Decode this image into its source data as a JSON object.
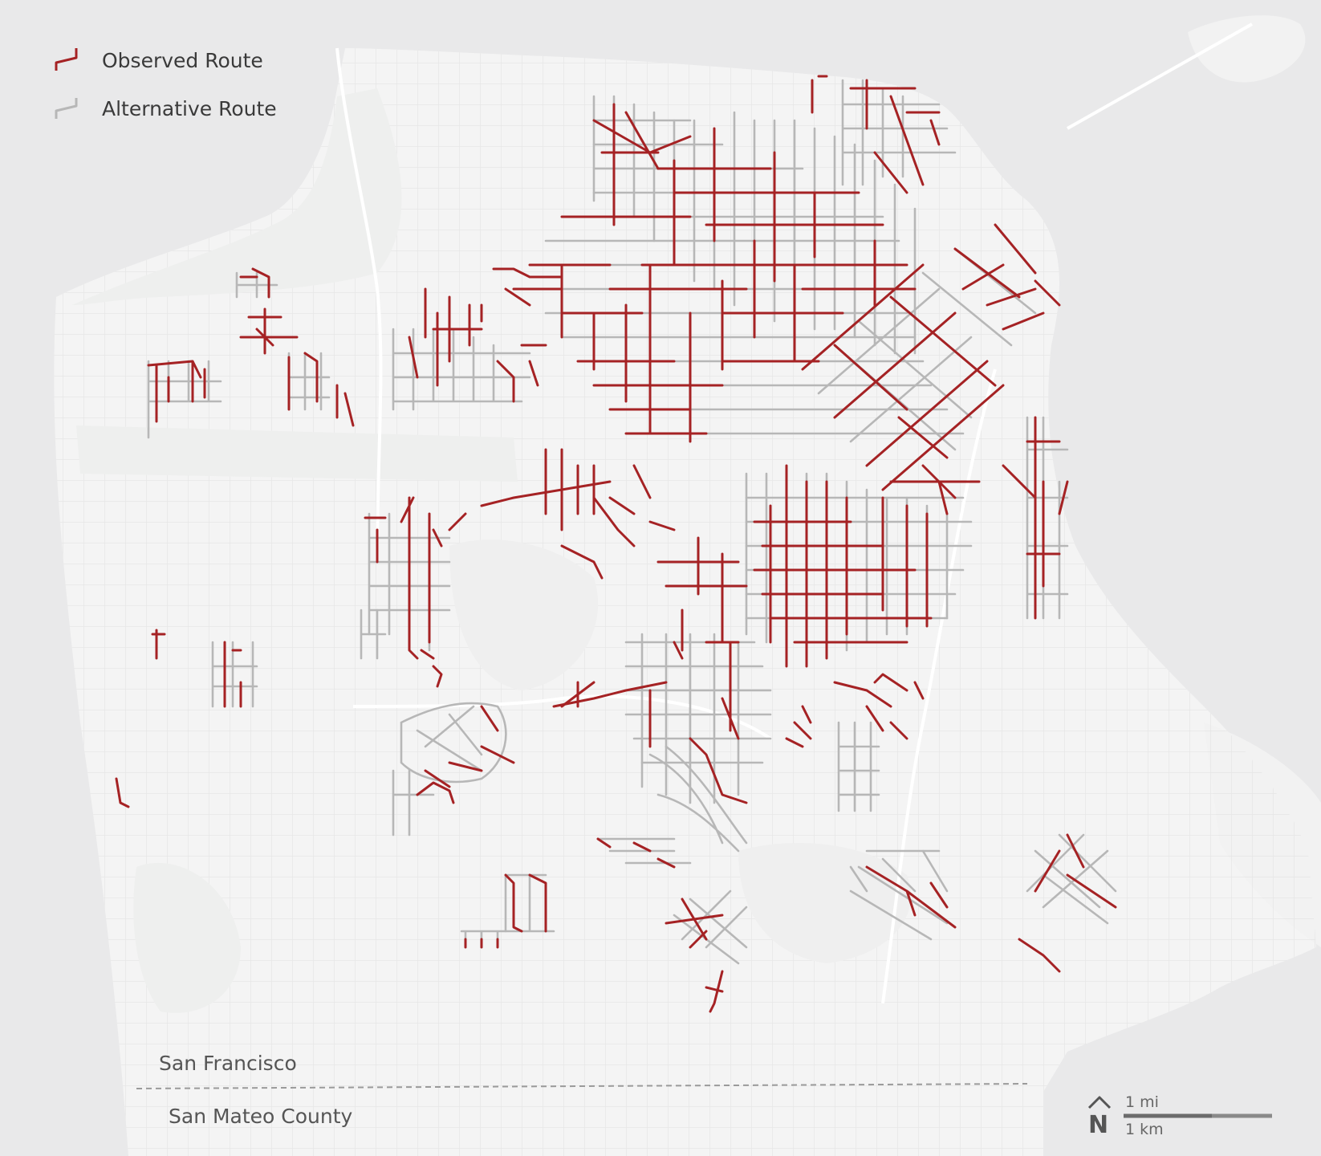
{
  "legend": {
    "observed_label": "Observed Route",
    "alternative_label": "Alternative Route"
  },
  "regions": {
    "san_francisco": "San Francisco",
    "san_mateo": "San Mateo County"
  },
  "north_arrow": {
    "letter": "N"
  },
  "scale_bar": {
    "miles_label": "1 mi",
    "km_label": "1 km"
  },
  "colors": {
    "water": "#e9e9ea",
    "land": "#f4f4f4",
    "park": "#eeefee",
    "street_grid": "#e2e2e2",
    "observed_route": "#a52224",
    "alternative_route": "#b7b7b7",
    "county_boundary": "#999999",
    "scale_bar": "#8a8a8a"
  },
  "icons": {
    "legend_observed": "observed-route-icon",
    "legend_alternative": "alternative-route-icon",
    "north": "north-arrow-icon"
  }
}
